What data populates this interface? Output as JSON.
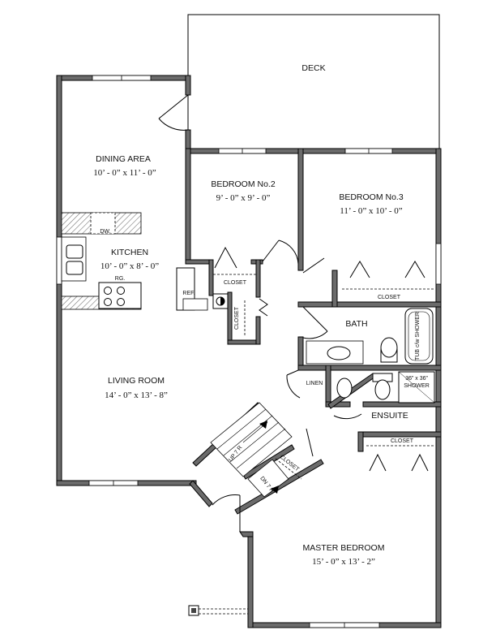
{
  "rooms": {
    "deck": {
      "name": "DECK"
    },
    "dining": {
      "name": "DINING AREA",
      "dims": "10’ - 0” x 11’ - 0”"
    },
    "bedroom2": {
      "name": "BEDROOM No.2",
      "dims": "9’ - 0” x 9’ - 0”"
    },
    "bedroom3": {
      "name": "BEDROOM No.3",
      "dims": "11’ - 0” x 10’ - 0”"
    },
    "kitchen": {
      "name": "KITCHEN",
      "dims": "10’ - 0” x 8’ - 0”"
    },
    "bath": {
      "name": "BATH"
    },
    "living": {
      "name": "LIVING ROOM",
      "dims": "14’ - 0” x 13’ - 8”"
    },
    "ensuite": {
      "name": "ENSUITE"
    },
    "master": {
      "name": "MASTER BEDROOM",
      "dims": "15’ - 0” x 13’ - 2”"
    }
  },
  "fixtures": {
    "dw": "DW.",
    "rg": "RG.",
    "ref": "REF.",
    "closet_b2": "CLOSET",
    "closet_b3": "CLOSET",
    "closet_hall": "CLOSET",
    "closet_stair": "CLOSET",
    "closet_master": "CLOSET",
    "linen": "LINEN",
    "tub": "TUB c/w SHOWER",
    "shower_size": "36” x 36”",
    "shower": "SHOWER",
    "stair_up": "UP 7 R",
    "stair_dn": "DN 7 R"
  }
}
